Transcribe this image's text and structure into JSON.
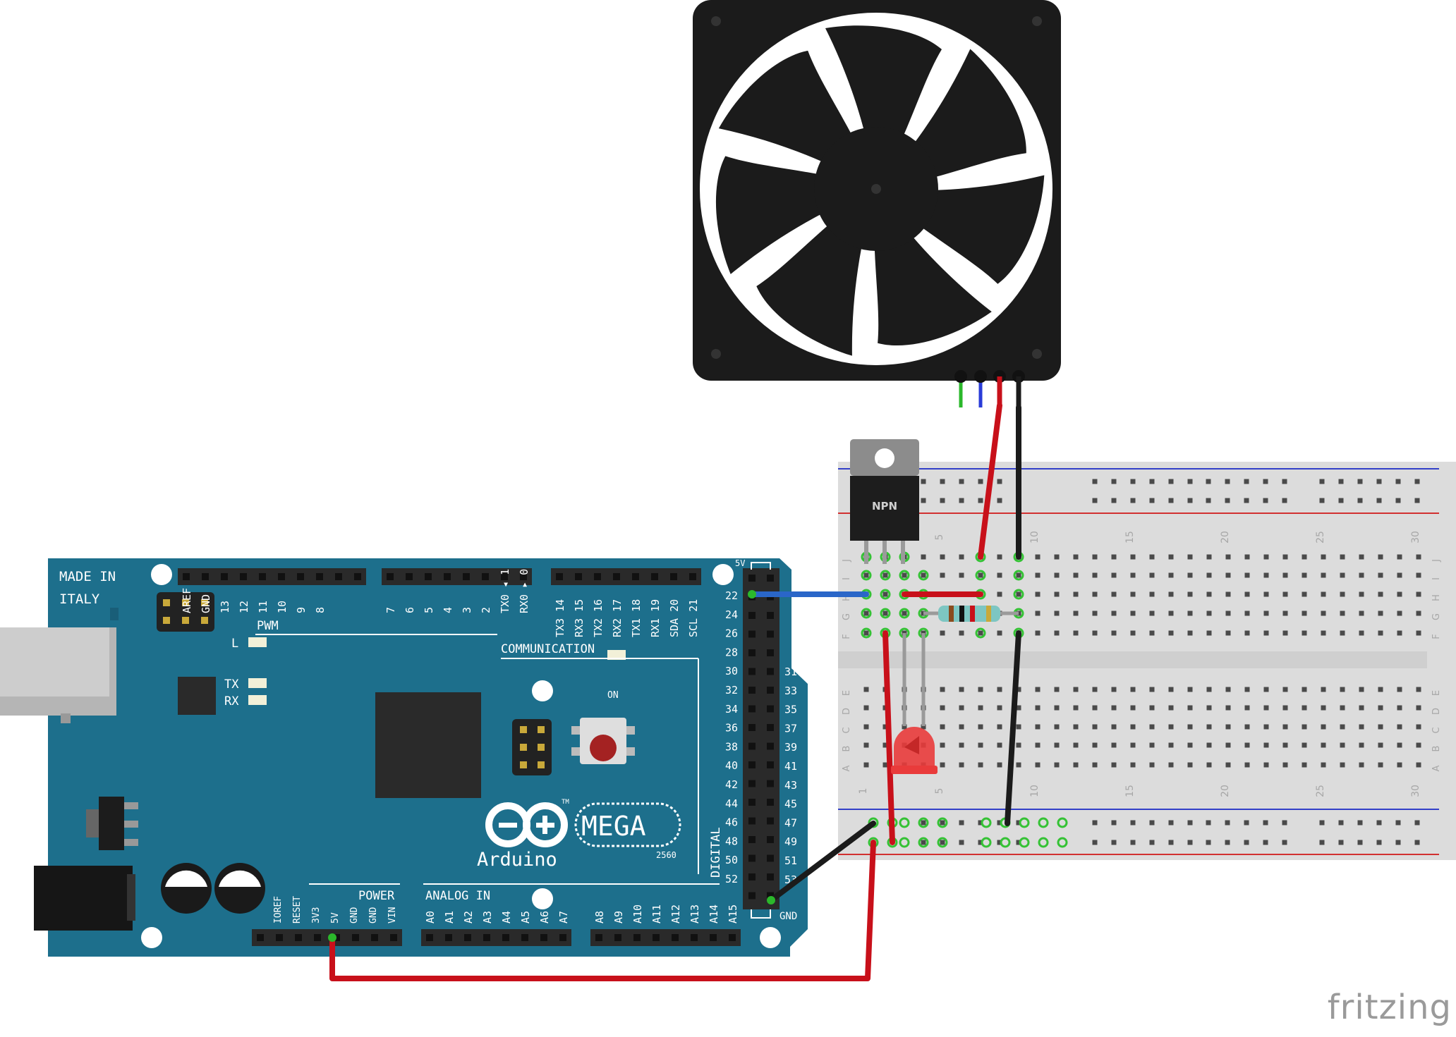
{
  "board": {
    "made_in": "MADE IN",
    "country": "ITALY",
    "logo_text": "Arduino",
    "model": "MEGA",
    "model_code": "2560",
    "tm": "TM",
    "pwm": "PWM",
    "communication": "COMMUNICATION",
    "power": "POWER",
    "analog_in": "ANALOG IN",
    "digital": "DIGITAL",
    "label_5v": "5V",
    "label_gnd": "GND",
    "led_l": "L",
    "led_tx": "TX",
    "led_rx": "RX",
    "led_on": "ON",
    "pwm_pins": [
      "AREF",
      "GND",
      "13",
      "12",
      "11",
      "10",
      "9",
      "8"
    ],
    "pins_7_0": [
      "7",
      "6",
      "5",
      "4",
      "3",
      "2",
      "TX0 ◂ 1",
      "RX0 ▸ 0"
    ],
    "comm_pins": [
      "TX3 14",
      "RX3 15",
      "TX2 16",
      "RX2 17",
      "TX1 18",
      "RX1 19",
      "SDA 20",
      "SCL 21"
    ],
    "power_pins": [
      "IOREF",
      "RESET",
      "3V3",
      "5V",
      "GND",
      "GND",
      "VIN"
    ],
    "analog_pins_a": [
      "A0",
      "A1",
      "A2",
      "A3",
      "A4",
      "A5",
      "A6",
      "A7"
    ],
    "analog_pins_b": [
      "A8",
      "A9",
      "A10",
      "A11",
      "A12",
      "A13",
      "A14",
      "A15"
    ],
    "digital_left": [
      "22",
      "24",
      "26",
      "28",
      "30",
      "32",
      "34",
      "36",
      "38",
      "40",
      "42",
      "44",
      "46",
      "48",
      "50",
      "52"
    ],
    "digital_right": [
      "31",
      "33",
      "35",
      "37",
      "39",
      "41",
      "43",
      "45",
      "47",
      "49",
      "51",
      "53"
    ]
  },
  "breadboard": {
    "col_numbers": [
      "1",
      "5",
      "10",
      "15",
      "20",
      "25",
      "30"
    ],
    "rows_top": [
      "J",
      "I",
      "H",
      "G",
      "F"
    ],
    "rows_bottom": [
      "E",
      "D",
      "C",
      "B",
      "A"
    ]
  },
  "transistor": {
    "label": "NPN"
  },
  "components": [
    "fan-icon",
    "npn-transistor-icon",
    "red-led-icon",
    "resistor-icon"
  ],
  "colors": {
    "board": "#1d6f8c",
    "wire_red": "#c8101a",
    "wire_black": "#1b1b1b",
    "wire_blue": "#2a66c8",
    "wire_green": "#2bb82b",
    "breadboard": "#dcdcdc"
  },
  "watermark": "fritzing"
}
